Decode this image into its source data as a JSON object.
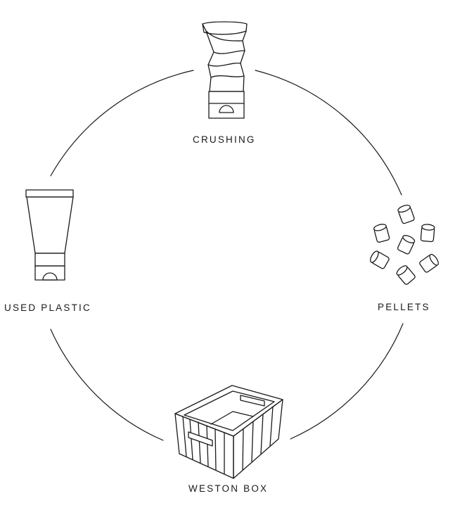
{
  "diagram": {
    "stages": [
      {
        "id": "crushing",
        "label": "CRUSHING",
        "icon": "crushed-tube-icon"
      },
      {
        "id": "pellets",
        "label": "PELLETS",
        "icon": "pellets-icon"
      },
      {
        "id": "weston-box",
        "label": "WESTON BOX",
        "icon": "crate-box-icon"
      },
      {
        "id": "used-plastic",
        "label": "USED PLASTIC",
        "icon": "plastic-tube-icon"
      }
    ],
    "connectors": [
      "crushing-to-pellets",
      "pellets-to-weston-box",
      "weston-box-to-used-plastic",
      "used-plastic-to-crushing"
    ],
    "colors": {
      "ink": "#1a1a1a",
      "background": "#ffffff"
    }
  }
}
